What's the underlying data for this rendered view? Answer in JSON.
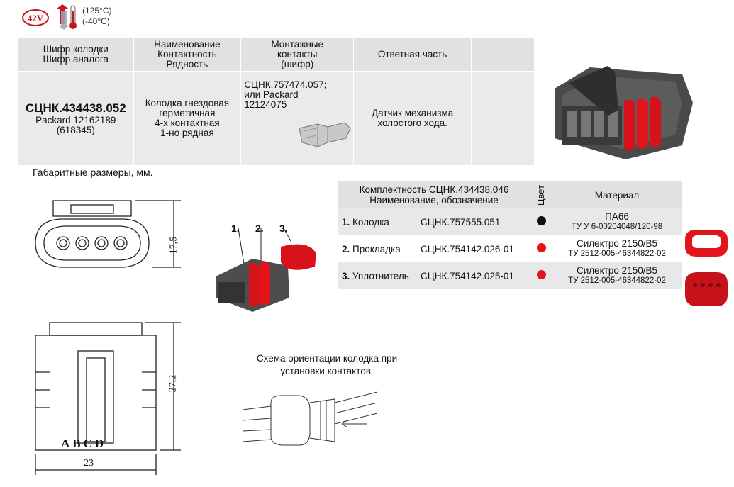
{
  "badge": {
    "voltage": "42V"
  },
  "temperature": {
    "max": "(125°C)",
    "min": "(-40°C)"
  },
  "main_table": {
    "headers": {
      "code": [
        "Шифр колодки",
        "Шифр аналога"
      ],
      "name": [
        "Наименование",
        "Контактность",
        "Рядность"
      ],
      "contacts": [
        "Монтажные",
        "контакты",
        "(шифр)"
      ],
      "mate": "Ответная часть"
    },
    "row": {
      "code": "СЦНК.434438.052",
      "analog": [
        "Packard 12162189",
        "(618345)"
      ],
      "name": [
        "Колодка гнездовая",
        "герметичная",
        "4-х контактная",
        "1-но рядная"
      ],
      "contacts": [
        "СЦНК.757474.057;",
        "или Packard",
        "12124075"
      ],
      "mate": [
        "Датчик механизма",
        "холостого хода."
      ]
    }
  },
  "dims": {
    "caption": "Габаритные размеры, мм.",
    "height_top": "17,5",
    "height_side": "27,2",
    "width": "23",
    "pins": [
      "A",
      "B",
      "C",
      "D"
    ]
  },
  "exploded_labels": [
    "1.",
    "2.",
    "3."
  ],
  "parts_table": {
    "header_left": [
      "Комплектность СЦНК.434438.046",
      "Наименование, обозначение"
    ],
    "header_color": "Цвет",
    "header_material": "Материал",
    "rows": [
      {
        "num": "1.",
        "name": "Колодка",
        "code": "СЦНК.757555.051",
        "color": "#111111",
        "material": "ПА66",
        "spec": "ТУ У 6-00204048/120-98"
      },
      {
        "num": "2.",
        "name": "Прокладка",
        "code": "СЦНК.754142.026-01",
        "color": "#e3141b",
        "material": "Силектро 2150/В5",
        "spec": "ТУ 2512-005-46344822-02"
      },
      {
        "num": "3.",
        "name": "Уплотнитель",
        "code": "СЦНК.754142.025-01",
        "color": "#e3141b",
        "material": "Силектро 2150/В5",
        "spec": "ТУ 2512-005-46344822-02"
      }
    ]
  },
  "schema": {
    "caption": [
      "Схема ориентации колодка при",
      "установки контактов."
    ]
  }
}
